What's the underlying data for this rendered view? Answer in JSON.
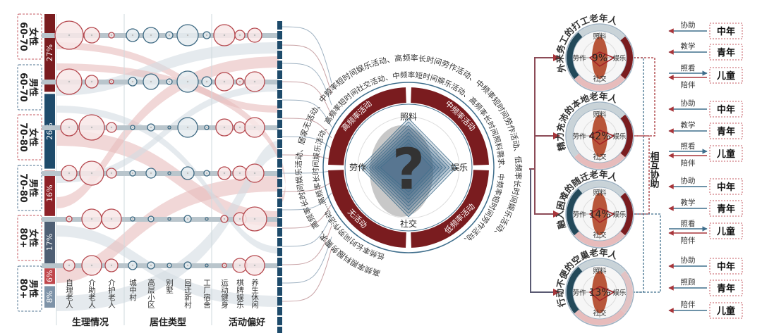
{
  "colors": {
    "red": "#7a1c1f",
    "red_mid": "#a8353a",
    "red_light": "#e7bcbc",
    "blue": "#1e4b6b",
    "blue_mid": "#3f6e8c",
    "slate": "#4f5f74",
    "grey_blue": "#7e93a8",
    "bar": "#b9c5cc",
    "circle_red": "#b5474d",
    "circle_blue": "#3d6982"
  },
  "groups": [
    {
      "age": "60-70",
      "sex": "女性",
      "border": "red"
    },
    {
      "age": "60-70",
      "sex": "男性",
      "border": "blue"
    },
    {
      "age": "70-80",
      "sex": "女性",
      "border": "red"
    },
    {
      "age": "70-80",
      "sex": "男性",
      "border": "blue"
    },
    {
      "age": "80+",
      "sex": "女性",
      "border": "red"
    },
    {
      "age": "80+",
      "sex": "男性",
      "border": "blue"
    }
  ],
  "share_bar": [
    {
      "label": "27%",
      "value": 27,
      "color": "#7a1c1f"
    },
    {
      "label": "26%",
      "value": 26,
      "color": "#1e4b6b"
    },
    {
      "label": "16%",
      "value": 16,
      "color": "#8e2228"
    },
    {
      "label": "17%",
      "value": 17,
      "color": "#4f5f74"
    },
    {
      "label": "6%",
      "value": 6,
      "color": "#c0474c"
    },
    {
      "label": "8%",
      "value": 8,
      "color": "#7e93a8"
    }
  ],
  "columns": [
    {
      "label": "自理老人",
      "cat": 0
    },
    {
      "label": "介助老人",
      "cat": 0
    },
    {
      "label": "介护老人",
      "cat": 0
    },
    {
      "label": "城中村",
      "cat": 1
    },
    {
      "label": "高层小区",
      "cat": 1
    },
    {
      "label": "别墅",
      "cat": 1
    },
    {
      "label": "回迁新村",
      "cat": 1
    },
    {
      "label": "工厂宿舍",
      "cat": 1
    },
    {
      "label": "运动健身",
      "cat": 2
    },
    {
      "label": "棋牌娱乐",
      "cat": 2
    },
    {
      "label": "养生休闲",
      "cat": 2
    }
  ],
  "categories": [
    "生理情况",
    "居住类型",
    "活动偏好"
  ],
  "bubble_values": [
    [
      20,
      11,
      4,
      9,
      11,
      5,
      15,
      5,
      15,
      7,
      10
    ],
    [
      18,
      9,
      3,
      6,
      11,
      4,
      15,
      7,
      13,
      5,
      14
    ],
    [
      12,
      18,
      7,
      3,
      5,
      2,
      14,
      3,
      12,
      8,
      14
    ],
    [
      11,
      17,
      7,
      4,
      7,
      2,
      9,
      4,
      9,
      10,
      13
    ],
    [
      4,
      14,
      14,
      3,
      4,
      2,
      5,
      2,
      5,
      9,
      17
    ],
    [
      8,
      14,
      9,
      6,
      5,
      3,
      5,
      2,
      3,
      10,
      14
    ]
  ],
  "center": {
    "question": "?",
    "axes": [
      "照料",
      "娱乐",
      "社交",
      "劳作"
    ],
    "quadrants": [
      "高频率活动",
      "中频率活动",
      "低频率活动",
      "无活动"
    ],
    "arc_outer": "高频率照料服务需求、高频率长时间娱乐活动、居家无活动、中频率短时间娱乐活动、高频率长时间劳作活动、中频率短时间劳作活动、低频率长时间娱乐活动、",
    "arc_inner": "低频率长时间劳作活动...高频率长时间娱乐活动、高频率短时间社交活动、中频率短时间娱乐活动、高频率长时间照料需求、中频率短时间劳作活动、"
  },
  "mutual_help": "相互协助",
  "profiles": [
    {
      "title": "外来务工的打工老年人",
      "pct": "9%",
      "axes": [
        "照料",
        "娱乐",
        "社交",
        "劳作"
      ],
      "ring": [
        0.05,
        0.3,
        0.2,
        0.45
      ],
      "helpers": [
        {
          "verb": "协助",
          "who": "中年",
          "dir": "in"
        },
        {
          "verb": "教学",
          "who": "青年",
          "dir": "in"
        },
        {
          "verb": "照看",
          "verb2": "陪伴",
          "who": "儿童",
          "dir": "both"
        }
      ]
    },
    {
      "title": "精力充沛的本地老年人",
      "pct": "42%",
      "axes": [
        "照料",
        "娱乐",
        "社交",
        "劳作"
      ],
      "ring": [
        0.1,
        0.35,
        0.2,
        0.35
      ],
      "helpers": [
        {
          "verb": "协助",
          "who": "中年",
          "dir": "in"
        },
        {
          "verb": "教学",
          "who": "青年",
          "dir": "in"
        },
        {
          "verb": "照看",
          "verb2": "陪伴",
          "who": "儿童",
          "dir": "both"
        }
      ]
    },
    {
      "title": "融入困难的随迁老年人",
      "pct": "14%",
      "axes": [
        "照料",
        "娱乐",
        "社交",
        "劳作"
      ],
      "ring": [
        0.1,
        0.12,
        0.3,
        0.48
      ],
      "helpers": [
        {
          "verb": "协助",
          "who": "中年",
          "dir": "in"
        },
        {
          "verb": "教学",
          "who": "青年",
          "dir": "in"
        },
        {
          "verb": "照看",
          "verb2": "陪伴",
          "who": "儿童",
          "dir": "both"
        }
      ]
    },
    {
      "title": "行动不便的空巢老年人",
      "pct": "13%",
      "axes": [
        "照料",
        "娱乐",
        "社交",
        "劳作"
      ],
      "ring": [
        0.1,
        0.2,
        0.35,
        0.35
      ],
      "helpers": [
        {
          "verb": "协助",
          "who": "中年",
          "dir": "in"
        },
        {
          "verb": "照顾",
          "who": "青年",
          "dir": "in"
        },
        {
          "verb": "陪伴",
          "who": "儿童",
          "dir": "in"
        }
      ]
    }
  ]
}
